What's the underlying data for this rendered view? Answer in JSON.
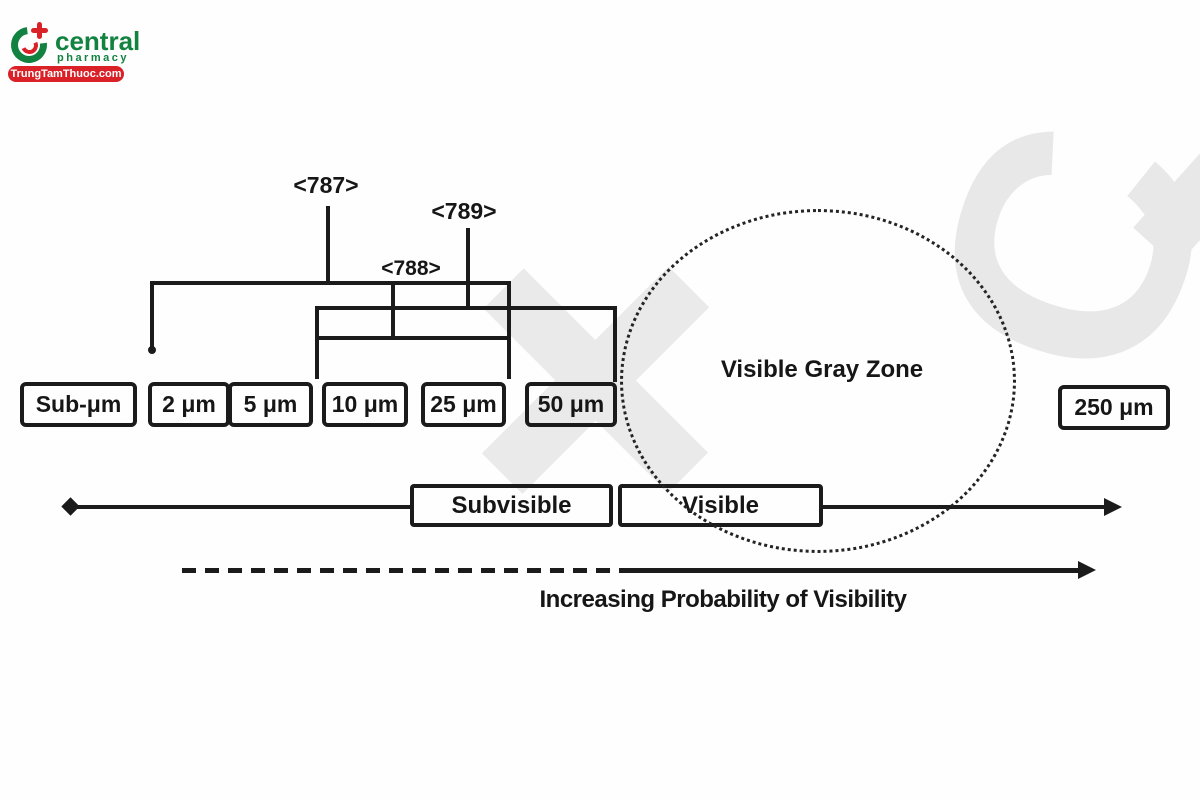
{
  "logo": {
    "brand": "central",
    "tagline": "pharmacy",
    "badge": "TrungTamThuoc.com",
    "green": "#128240",
    "red": "#da2127"
  },
  "watermark": {
    "glyph_c": "C",
    "glyph_plus": "+",
    "color": "#e8e8e8"
  },
  "diagram": {
    "ink_color": "#1b1b1b",
    "chapters": {
      "c787": "<787>",
      "c788": "<788>",
      "c789": "<789>"
    },
    "sizes": [
      "Sub-μm",
      "2 μm",
      "5 μm",
      "10 μm",
      "25 μm",
      "50 μm",
      "250 μm"
    ],
    "gray_zone_label": "Visible Gray Zone",
    "ranges": {
      "subvisible": "Subvisible",
      "visible": "Visible"
    },
    "probability_label": "Increasing Probability of Visibility"
  }
}
